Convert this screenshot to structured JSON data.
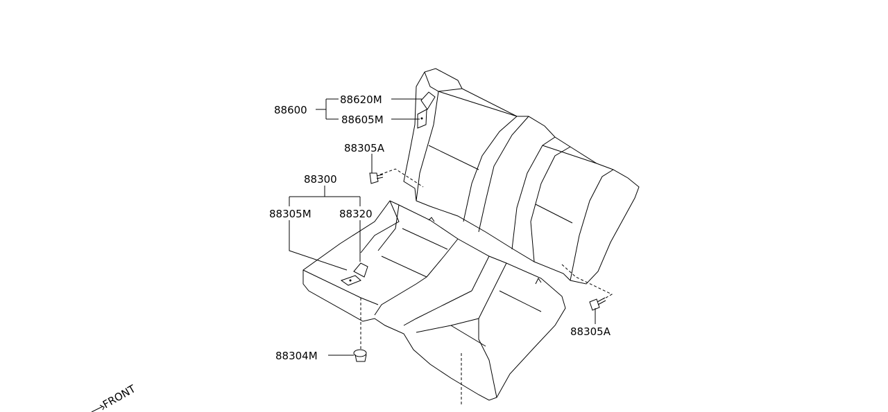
{
  "diagram": {
    "labels": {
      "seatback_assy": "88600",
      "seatback_trim": "88620M",
      "seatback_pad": "88605M",
      "bolt_upper": "88305A",
      "bolt_lower": "88305A",
      "cushion_assy": "88300",
      "cushion_trim": "88305M",
      "cushion_pad": "88320",
      "clip": "88304M",
      "front": "FRONT"
    },
    "colors": {
      "line": "#000000",
      "background": "#ffffff"
    }
  }
}
